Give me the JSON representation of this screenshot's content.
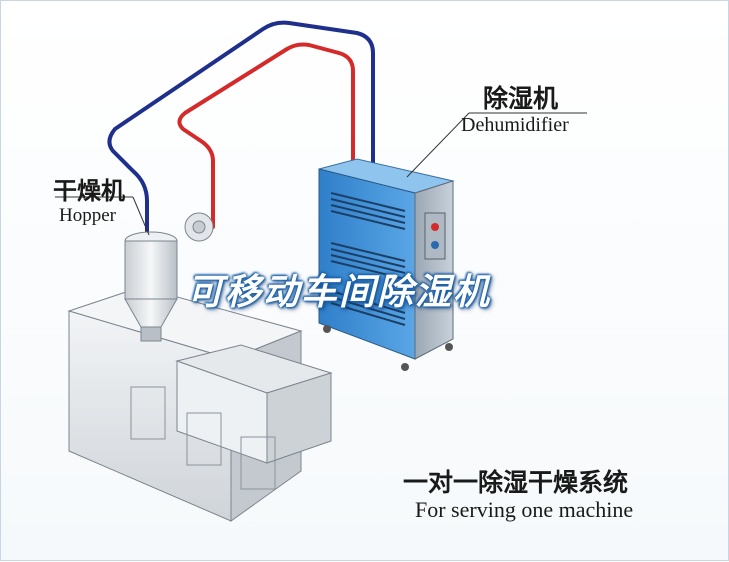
{
  "overlay_title": "可移动车间除湿机",
  "dehumidifier": {
    "cn": "除湿机",
    "en": "Dehumidifier"
  },
  "hopper": {
    "cn": "干燥机",
    "en": "Hopper"
  },
  "system": {
    "cn": "一对一除湿干燥系统",
    "en": "For serving one machine"
  },
  "colors": {
    "hot_pipe": "#d42a2a",
    "return_pipe": "#1e2f8c",
    "cabinet": "#3c8fd6",
    "machine": "#dfe3e6"
  }
}
